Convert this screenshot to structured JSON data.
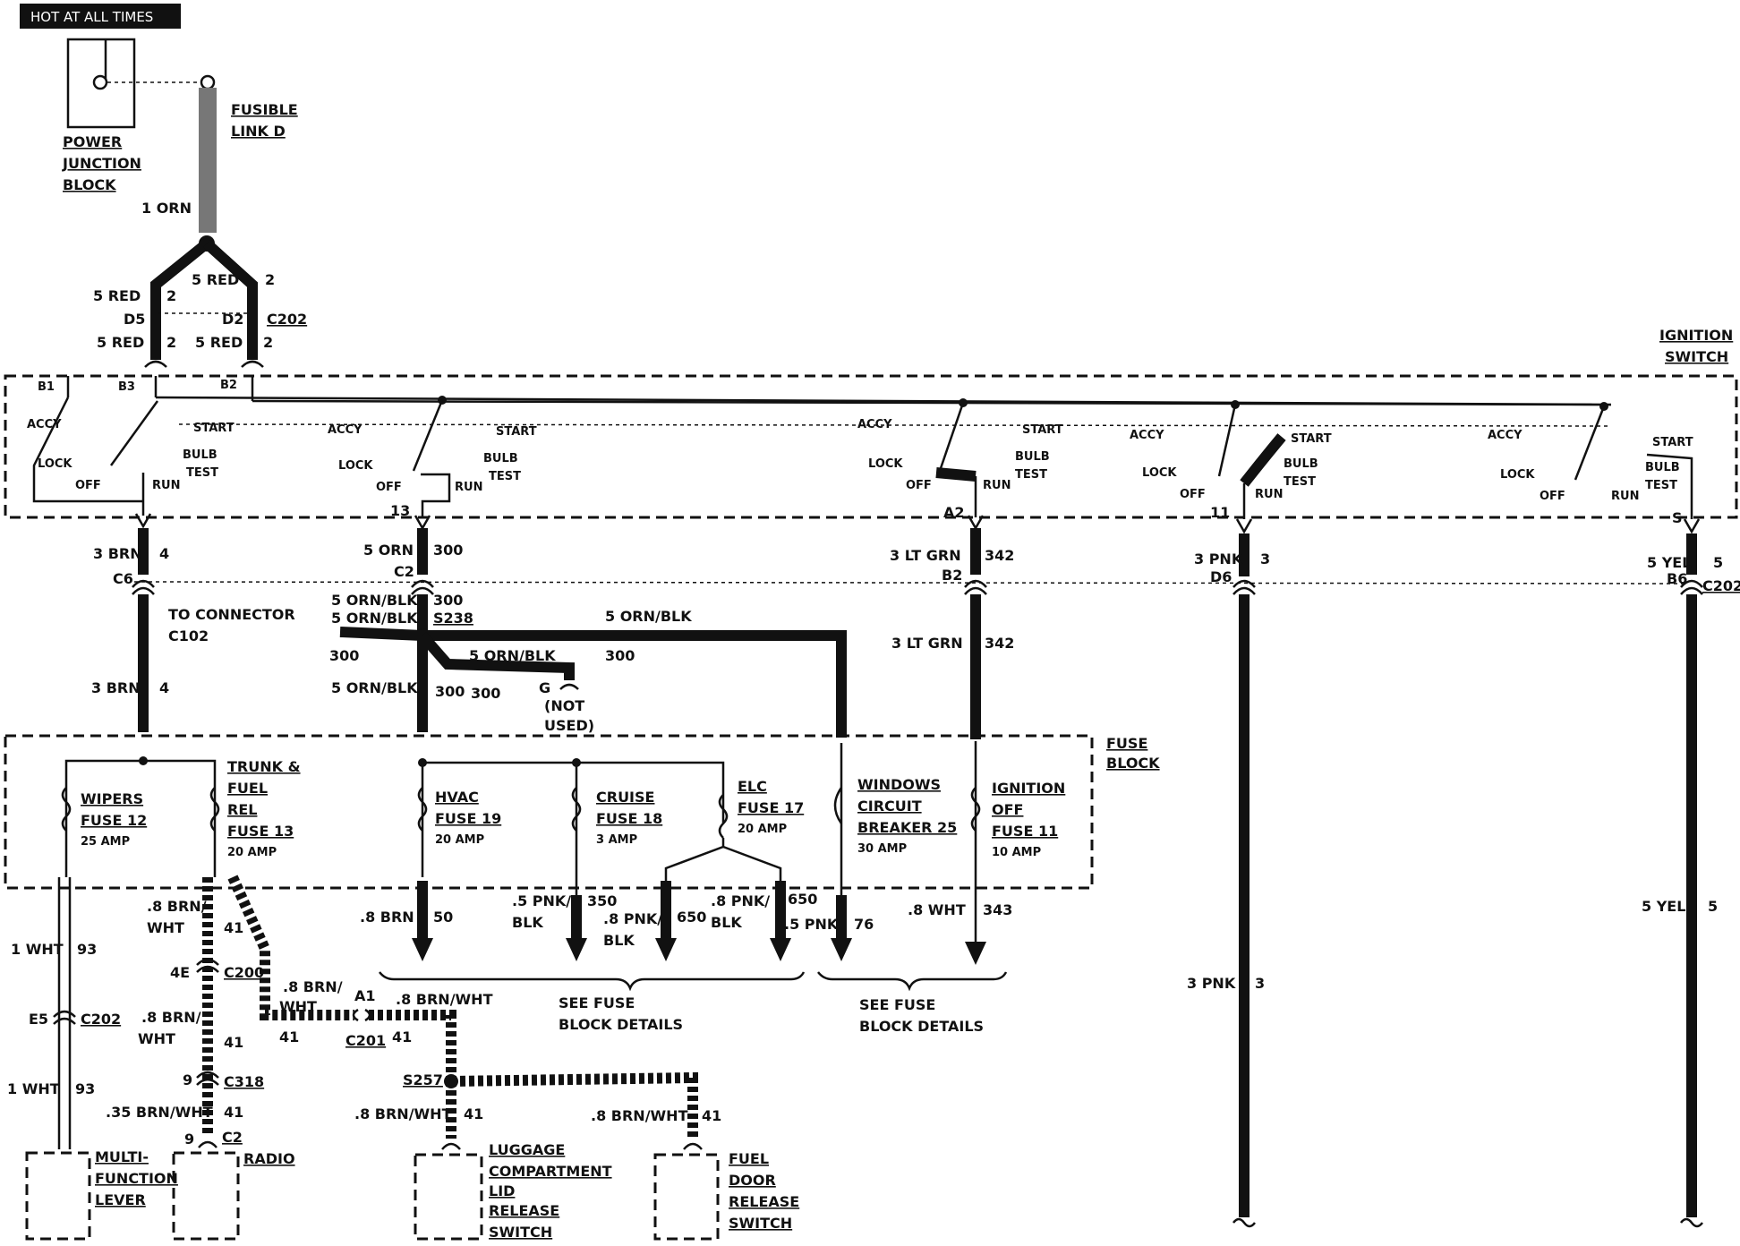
{
  "header": {
    "hot_label": "HOT AT ALL TIMES"
  },
  "power_junction": {
    "line1": "POWER",
    "line2": "JUNCTION",
    "line3": "BLOCK"
  },
  "fusible_link": {
    "line1": "FUSIBLE",
    "line2": "LINK D",
    "wire": "1 ORN"
  },
  "feed": {
    "center_wire": "5 RED",
    "pin2": "2",
    "left_upper": "5 RED",
    "left_d": "D5",
    "left_lower": "5 RED",
    "right_d": "D2",
    "right_lower": "5 RED",
    "connector": "C202"
  },
  "ignition_switch": {
    "title1": "IGNITION",
    "title2": "SWITCH",
    "b1": "B1",
    "b3": "B3",
    "b2": "B2",
    "accy": "ACCY",
    "lock": "LOCK",
    "off": "OFF",
    "run": "RUN",
    "start": "START",
    "bulb": "BULB",
    "test": "TEST",
    "out_13": "13",
    "out_a2": "A2",
    "out_11": "11",
    "out_s": "S"
  },
  "circuits": {
    "c4_wire": "3 BRN",
    "c4_num": "4",
    "c4_conn": "C6",
    "to_connector1": "TO CONNECTOR",
    "to_connector2": "C102",
    "c4_wire2": "3 BRN",
    "c4_num2": "4",
    "c300_wire": "5 ORN",
    "c300_num": "300",
    "c300_conn": "C2",
    "c300_wire2": "5 ORN/BLK",
    "c300_num2": "300",
    "c300_wire3": "5 ORN/BLK",
    "splice_s238": "S238",
    "c300_left": "300",
    "c300_branch": "5 ORN/BLK",
    "c300_branch_num": "300",
    "c300_top_wire": "5 ORN/BLK",
    "c300_top_num": "300",
    "c300_down": "5 ORN/BLK",
    "c300_down_num": "300",
    "c300_g_num": "300",
    "g_label": "G",
    "not_used1": "(NOT",
    "not_used2": "USED)",
    "c342_wire": "3 LT GRN",
    "c342_num": "342",
    "c342_conn": "B2",
    "c342_wire2": "3 LT GRN",
    "c342_num2": "342",
    "c3_wire": "3 PNK",
    "c3_num": "3",
    "c3_conn": "D6",
    "c3_wire2": "3 PNK",
    "c3_num2": "3",
    "c5_wire": "5 YEL",
    "c5_num": "5",
    "c5_b6": "B6",
    "c5_conn": "C202",
    "c5_wire2": "5 YEL",
    "c5_num2": "5"
  },
  "fuse_block": {
    "title1": "FUSE",
    "title2": "BLOCK",
    "wipers": [
      "WIPERS",
      "FUSE 12",
      "25 AMP"
    ],
    "trunk": [
      "TRUNK &",
      "FUEL",
      "REL",
      "FUSE 13",
      "20 AMP"
    ],
    "hvac": [
      "HVAC",
      "FUSE 19",
      "20 AMP"
    ],
    "cruise": [
      "CRUISE",
      "FUSE 18",
      "3 AMP"
    ],
    "elc": [
      "ELC",
      "FUSE 17",
      "20 AMP"
    ],
    "windows": [
      "WINDOWS",
      "CIRCUIT",
      "BREAKER 25",
      "30 AMP"
    ],
    "ignition": [
      "IGNITION",
      "OFF",
      "FUSE 11",
      "10 AMP"
    ]
  },
  "outputs": {
    "w50": ".8 BRN",
    "n50": "50",
    "w350a": ".5 PNK/",
    "w350b": "BLK",
    "n350": "350",
    "w650a1": ".8 PNK/",
    "w650a2": "BLK",
    "n650a": "650",
    "w650b1": ".8 PNK/",
    "w650b2": "BLK",
    "n650b": "650",
    "w76": ".5 PNK",
    "n76": "76",
    "w343": ".8 WHT",
    "n343": "343",
    "see1a": "SEE FUSE",
    "see1b": "BLOCK DETAILS",
    "see2a": "SEE FUSE",
    "see2b": "BLOCK DETAILS"
  },
  "lower": {
    "w93": "1 WHT",
    "n93": "93",
    "e5": "E5",
    "c202": "C202",
    "w93b": "1 WHT",
    "n93b": "93",
    "w41a1": ".8 BRN/",
    "w41a2": "WHT",
    "n41a": "41",
    "c200_pin": "4E",
    "c200": "C200",
    "w41b1": ".8 BRN/",
    "w41b2": "WHT",
    "n41b": "41",
    "c318_pin": "9",
    "c318": "C318",
    "w41c": ".35 BRN/WHT",
    "n41c": "41",
    "c2_pin": "9",
    "c2": "C2",
    "w41d1": ".8 BRN/",
    "w41d2": "WHT",
    "n41d": "41",
    "a1": "A1",
    "c201": "C201",
    "n41e": "41",
    "w41f": ".8 BRN/WHT",
    "s257": "S257",
    "w41g": ".8 BRN/WHT",
    "n41g": "41",
    "w41h": ".8 BRN/WHT",
    "n41h": "41",
    "multi": [
      "MULTI-",
      "FUNCTION",
      "LEVER"
    ],
    "radio": "RADIO",
    "luggage": [
      "LUGGAGE",
      "COMPARTMENT",
      "LID",
      "RELEASE",
      "SWITCH"
    ],
    "fuel": [
      "FUEL",
      "DOOR",
      "RELEASE",
      "SWITCH"
    ]
  }
}
